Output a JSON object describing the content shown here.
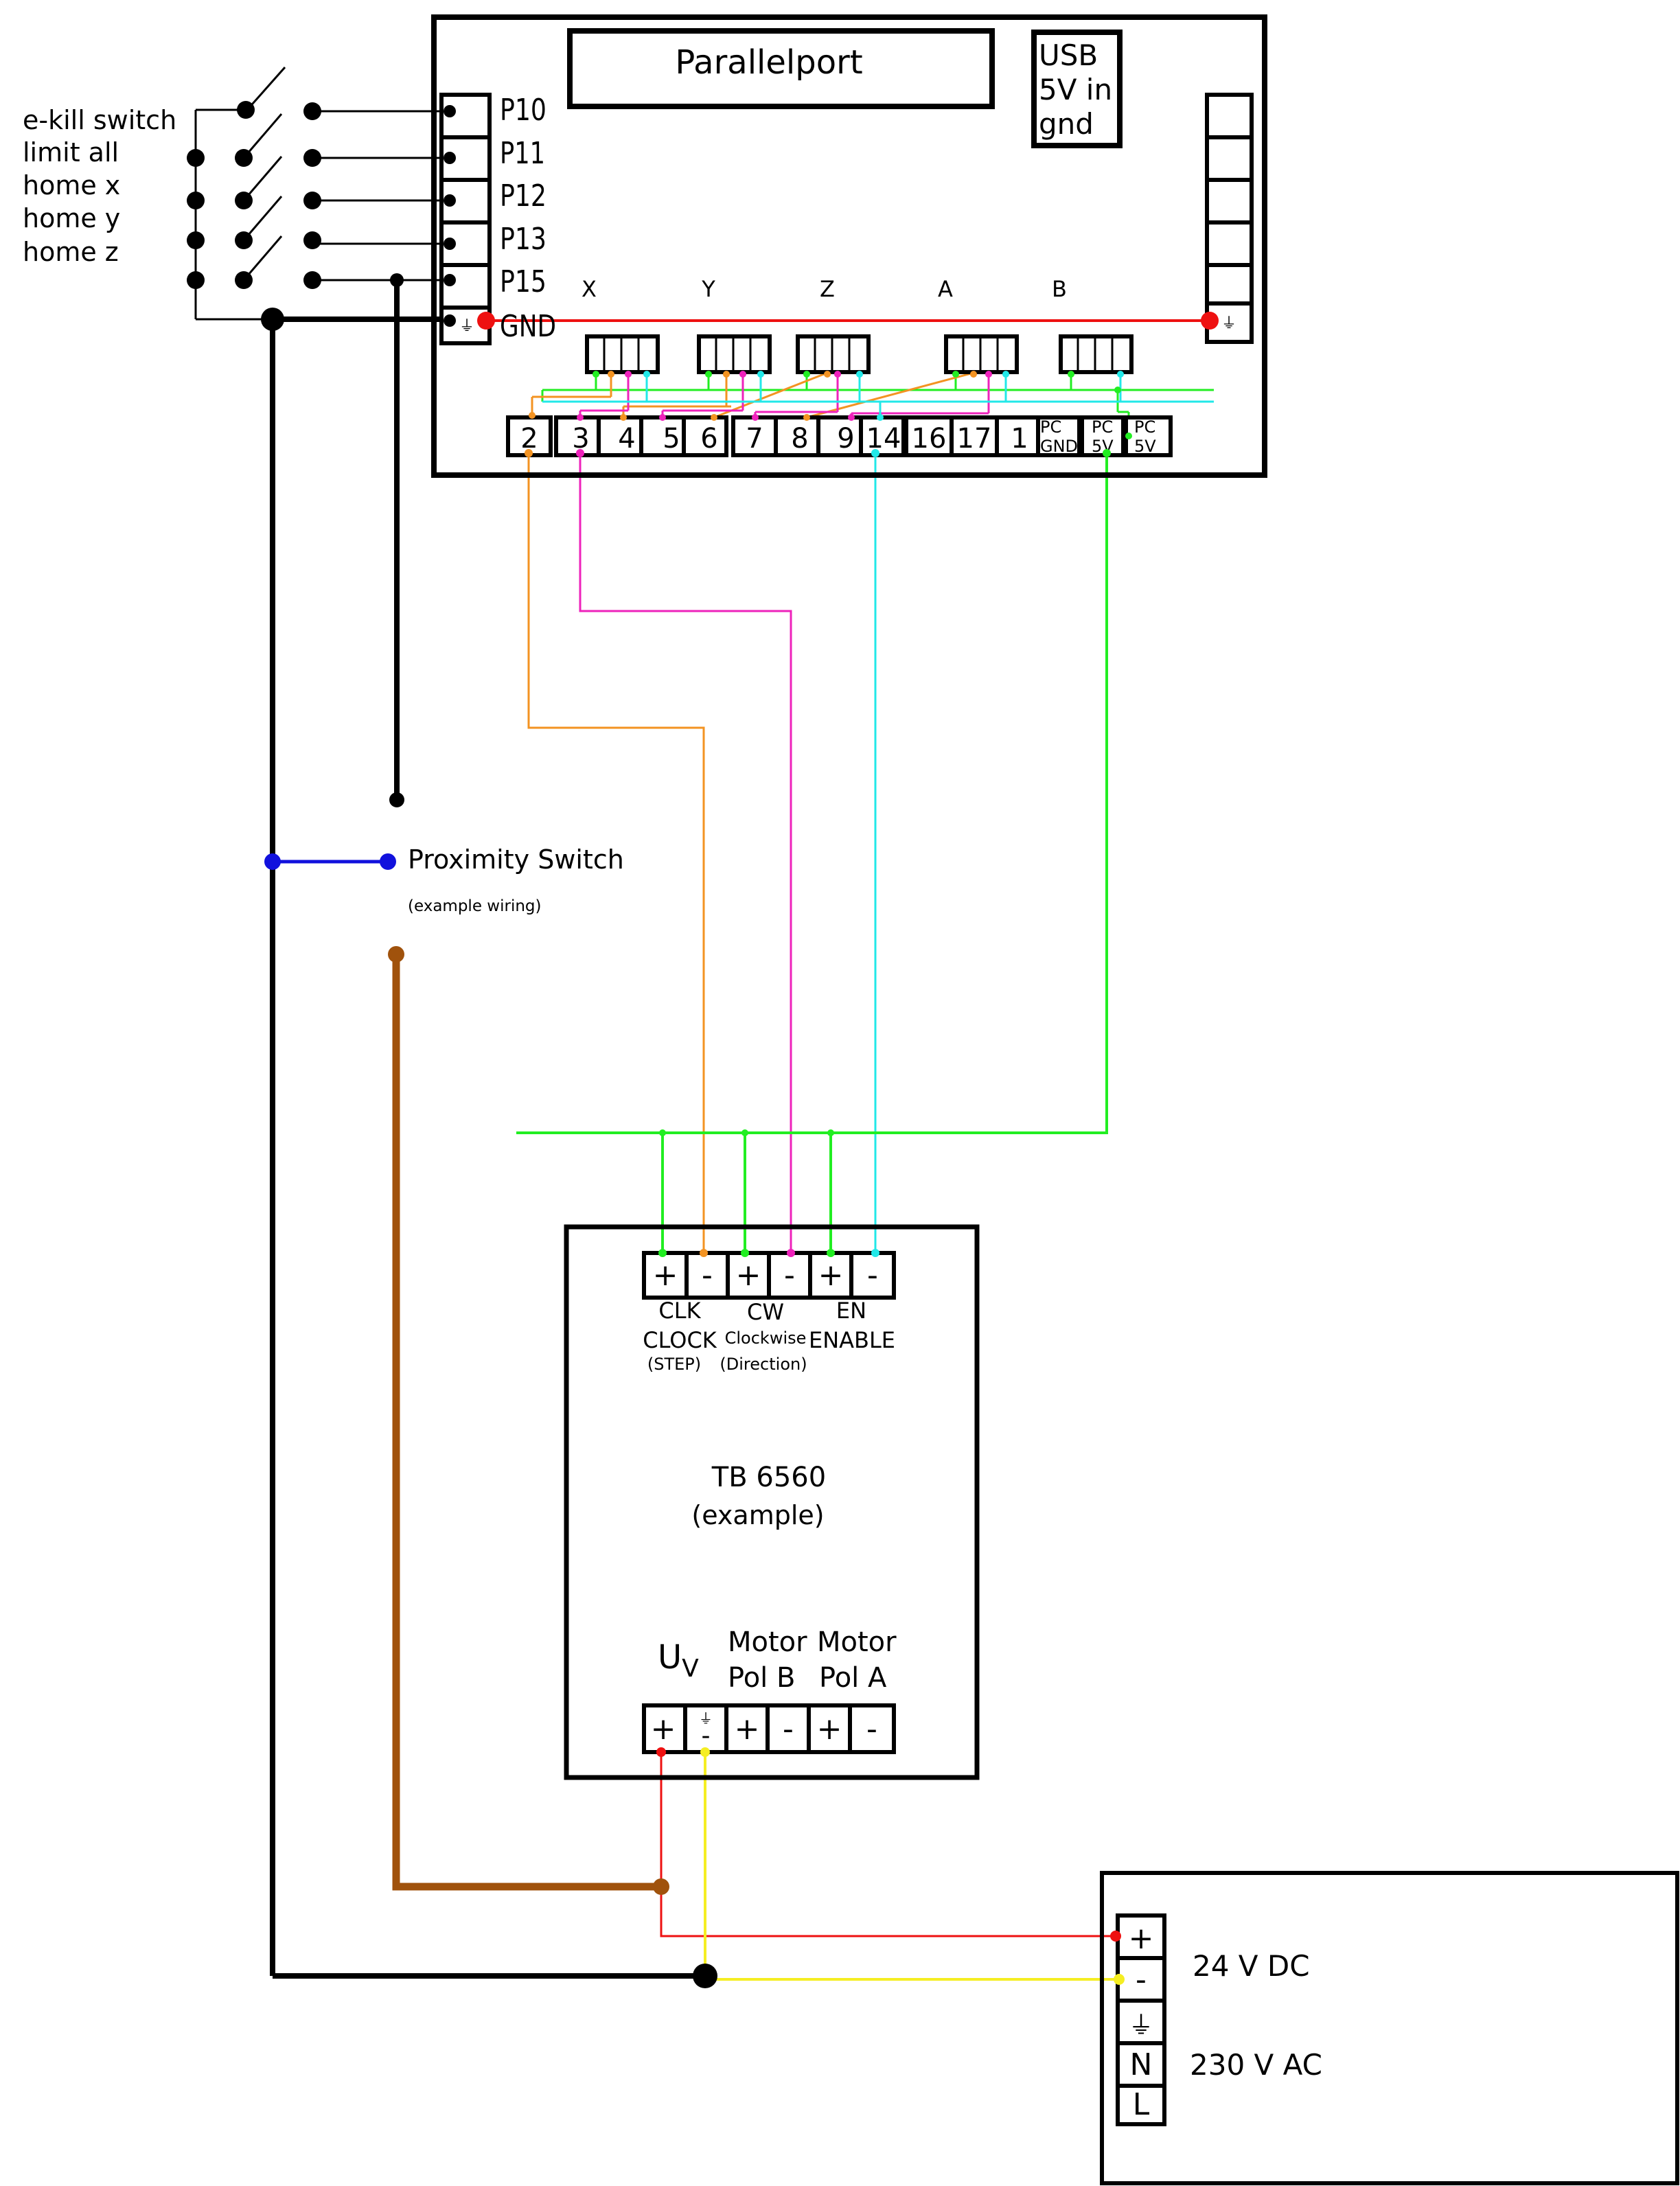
{
  "breakout_board": {
    "parallelport_label": "Parallelport",
    "usb_lines": [
      "USB",
      "5V in",
      "gnd"
    ],
    "input_pins": [
      "P10",
      "P11",
      "P12",
      "P13",
      "P15",
      "GND"
    ],
    "axis_labels": [
      "X",
      "Y",
      "Z",
      "A",
      "B"
    ],
    "terminal_pins": [
      "2",
      "3",
      "4",
      "5",
      "6",
      "7",
      "8",
      "9",
      "14",
      "16",
      "17",
      "1"
    ],
    "pc_gnd_lines": [
      "PC",
      "GND"
    ],
    "pc_5v_lines": [
      "PC",
      "5V"
    ],
    "ground_symbol": "⏚"
  },
  "switch_labels": [
    "e-kill switch",
    "limit all",
    "home x",
    "home y",
    "home z"
  ],
  "proximity": {
    "label": "Proximity Switch",
    "note": "(example wiring)"
  },
  "driver": {
    "name": "TB 6560",
    "note": "(example)",
    "top_terminals": [
      "+",
      "-",
      "+",
      "-",
      "+",
      "-"
    ],
    "signal_short": [
      "CLK",
      "CW",
      "EN"
    ],
    "signal_long": [
      "CLOCK",
      "Clockwise",
      "ENABLE"
    ],
    "signal_sub": [
      "(STEP)",
      "(Direction)"
    ],
    "uv_base": "U",
    "uv_sub": "V",
    "motor_b": [
      "Motor",
      "Pol B"
    ],
    "motor_a": [
      "Motor",
      "Pol A"
    ],
    "bottom_terminals": [
      "+",
      "-",
      "+",
      "-",
      "+",
      "-"
    ]
  },
  "power_supply": {
    "terminals": [
      "+",
      "-",
      "⏚",
      "N",
      "L"
    ],
    "dc_label": "24 V DC",
    "ac_label": "230 V AC"
  },
  "wire_colors": {
    "gnd_red": "#ee1111",
    "orange": "#f39322",
    "magenta": "#ee22bb",
    "cyan": "#22e8e8",
    "green": "#22ee22",
    "black": "#000000",
    "blue": "#1111dd",
    "brown": "#a0520c",
    "yellow": "#f5ee22"
  }
}
